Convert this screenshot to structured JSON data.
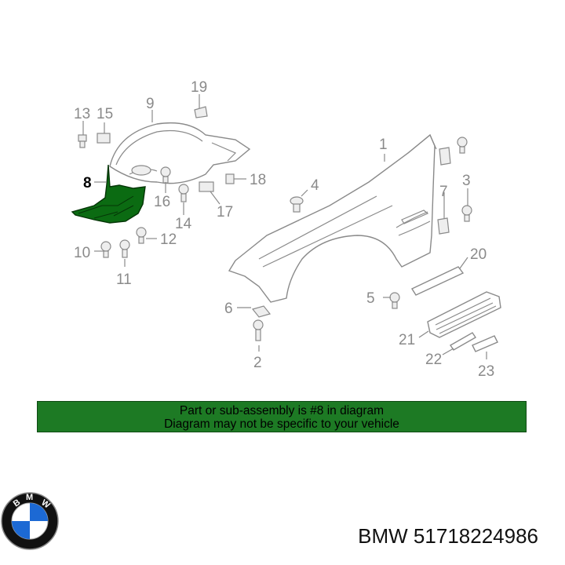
{
  "callouts": [
    "1",
    "2",
    "3",
    "4",
    "5",
    "6",
    "7",
    "8",
    "9",
    "10",
    "11",
    "12",
    "13",
    "14",
    "15",
    "16",
    "17",
    "18",
    "19",
    "20",
    "21",
    "22",
    "23"
  ],
  "banner": {
    "line1": "Part or sub-assembly is #8 in diagram",
    "line2": "Diagram may not be specific to your vehicle",
    "color": "#1d7a24"
  },
  "footer": {
    "brand": "BMW",
    "part_number": "51718224986",
    "text": "BMW 51718224986"
  },
  "logo": {
    "icon": "bmw-roundel-icon",
    "letters": "BMW"
  },
  "highlight_color": "#0b6b12"
}
